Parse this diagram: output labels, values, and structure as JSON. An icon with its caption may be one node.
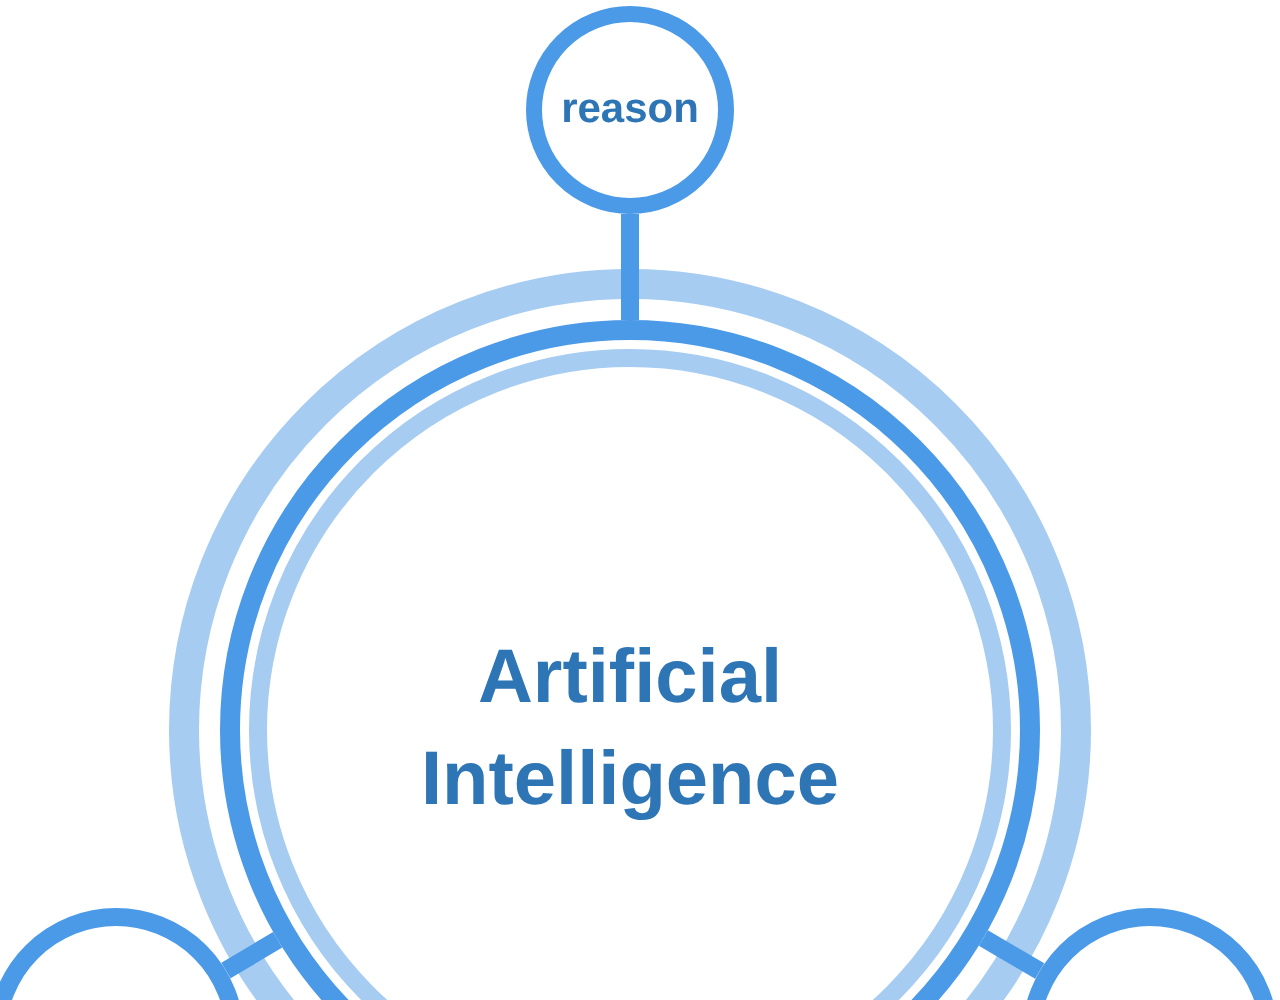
{
  "diagram": {
    "nodes": [
      {
        "text": [
          "reason"
        ]
      },
      {
        "text": [
          "Artificial Intelligence"
        ]
      },
      {
        "text": [],
        "shape": "circle"
      },
      {
        "text": [],
        "shape": "circle"
      }
    ],
    "edges": [
      {
        "from": 0,
        "to": 1,
        "arrow": "none"
      },
      {
        "from": 2,
        "to": 1,
        "arrow": "none"
      },
      {
        "from": 3,
        "to": 1,
        "arrow": "none"
      }
    ]
  }
}
